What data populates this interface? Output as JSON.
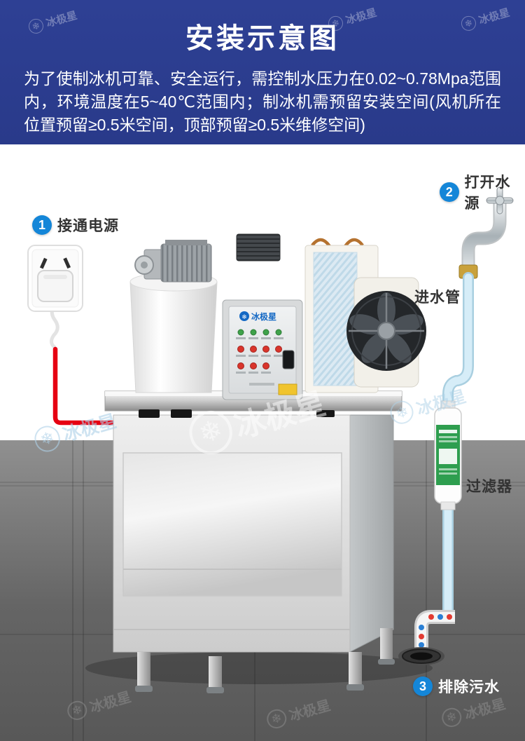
{
  "header": {
    "title": "安装示意图",
    "description": "为了使制冰机可靠、安全运行，需控制水压力在0.02~0.78Mpa范围内，环境温度在5~40℃范围内；制冰机需预留安装空间(风机所在位置预留≥0.5米空间，顶部预留≥0.5米维修空间)"
  },
  "steps": [
    {
      "number": "1",
      "label": "接通电源"
    },
    {
      "number": "2",
      "label": "打开水源"
    },
    {
      "number": "3",
      "label": "排除污水"
    }
  ],
  "annotations": {
    "inlet_pipe": "进水管",
    "filter": "过滤器"
  },
  "machine": {
    "brand": "冰极星",
    "brand_glyph": "❄"
  },
  "watermark": {
    "text": "冰极星",
    "glyph": "❄"
  },
  "colors": {
    "header_bg": "#2c3d8f",
    "step_badge": "#1486d8",
    "power_cable": "#e60012",
    "water_pipe": "#cde8f4",
    "filter_label": "#2e9e4f"
  }
}
